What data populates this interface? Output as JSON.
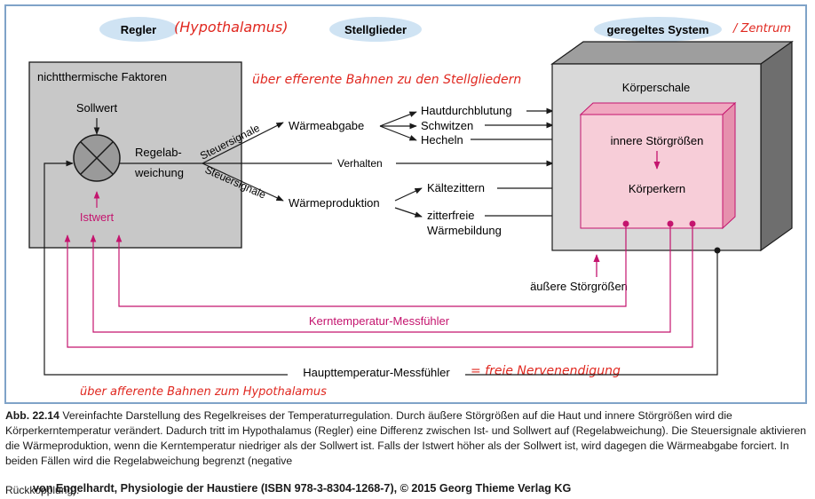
{
  "headers": {
    "regler": "Regler",
    "stellglieder": "Stellglieder",
    "geregeltes_system": "geregeltes System"
  },
  "controller": {
    "title": "nichtthermische Faktoren",
    "sollwert": "Sollwert",
    "regelab_line1": "Regelab-",
    "regelab_line2": "weichung",
    "istwert": "Istwert"
  },
  "signals": {
    "steuersignale_top": "Steuersignale",
    "steuersignale_bottom": "Steuersignale"
  },
  "effectors": {
    "waermeabgabe": "Wärmeabgabe",
    "verhalten": "Verhalten",
    "waermeproduktion": "Wärmeproduktion",
    "hautdurchblutung": "Hautdurchblutung",
    "schwitzen": "Schwitzen",
    "hecheln": "Hecheln",
    "kaeltezittern": "Kältezittern",
    "zitterfreie_line1": "zitterfreie",
    "zitterfreie_line2": "Wärmebildung"
  },
  "system": {
    "koerperschale": "Körperschale",
    "innere_stoergroessen": "innere Störgrößen",
    "koerperkern": "Körperkern",
    "aeussere_stoergroessen": "äußere Störgrößen"
  },
  "feedback": {
    "kerntemperatur": "Kerntemperatur-Messfühler",
    "haupttemperatur": "Haupttemperatur-Messfühler"
  },
  "annotations": {
    "hypothalamus": "(Hypothalamus)",
    "zentrum": "/ Zentrum",
    "efferente_stellglieder": "über efferente Bahnen zu den Stellgliedern",
    "freie_nervenendigung": "= freie Nervenendigung",
    "afferente_hypothalamus": "über afferente Bahnen zum Hypothalamus"
  },
  "caption": {
    "label": "Abb. 22.14",
    "text": "Vereinfachte Darstellung des Regelkreises der Temperaturregulation. Durch äußere Störgrößen auf die Haut und innere Störgrößen wird die Körperkerntemperatur verändert. Dadurch tritt im Hypothalamus (Regler) eine Differenz zwischen Ist- und Sollwert auf (Regelabweichung). Die Steuersignale aktivieren die Wärmeproduktion, wenn die Kerntemperatur niedriger als der Sollwert ist. Falls der Istwert höher als der Sollwert ist, wird dagegen die Wärmeabgabe forciert. In beiden Fällen wird die Regelabweichung begrenzt (negative",
    "overlap_lead": "Rückkopplung).",
    "credit": "von Engelhardt, Physiologie der Haustiere (ISBN 978-3-8304-1268-7), © 2015 Georg Thieme Verlag KG"
  },
  "colors": {
    "magenta": "#c4146e",
    "handwriting": "#e02820",
    "header_bubble": "#cfe3f3",
    "gray_box": "#c8c8c8",
    "pink_box": "#f7cdd8"
  }
}
